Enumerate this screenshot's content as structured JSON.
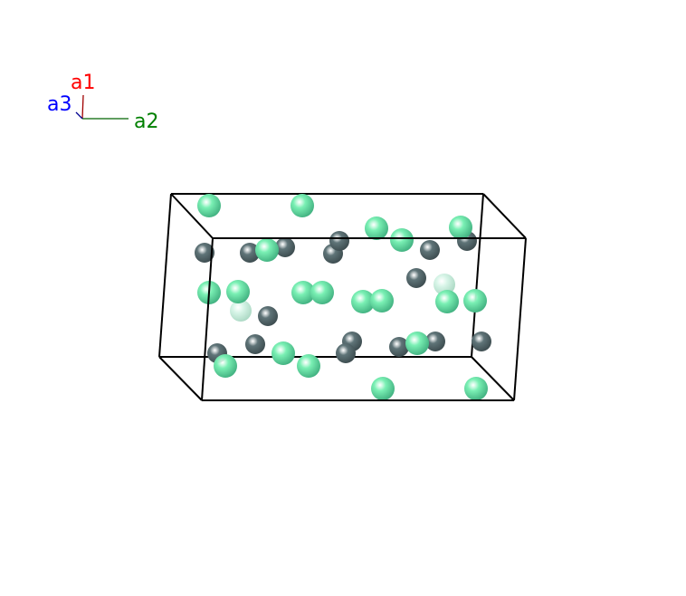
{
  "axes": {
    "a1": {
      "label": "a1",
      "color": "#ff0000"
    },
    "a2": {
      "label": "a2",
      "color": "#008000"
    },
    "a3": {
      "label": "a3",
      "color": "#0000ff"
    }
  },
  "cell": {
    "edge_color": "#000000"
  },
  "species": {
    "light": {
      "name": "light-green-atom",
      "color": "#7af0b4",
      "shade": "#3fae7e"
    },
    "pale": {
      "name": "pale-green-atom",
      "color": "#d8f5e8",
      "shade": "#a9d7c2"
    },
    "dark": {
      "name": "dark-slate-atom",
      "color": "#5f7478",
      "shade": "#3b4a4d"
    }
  }
}
